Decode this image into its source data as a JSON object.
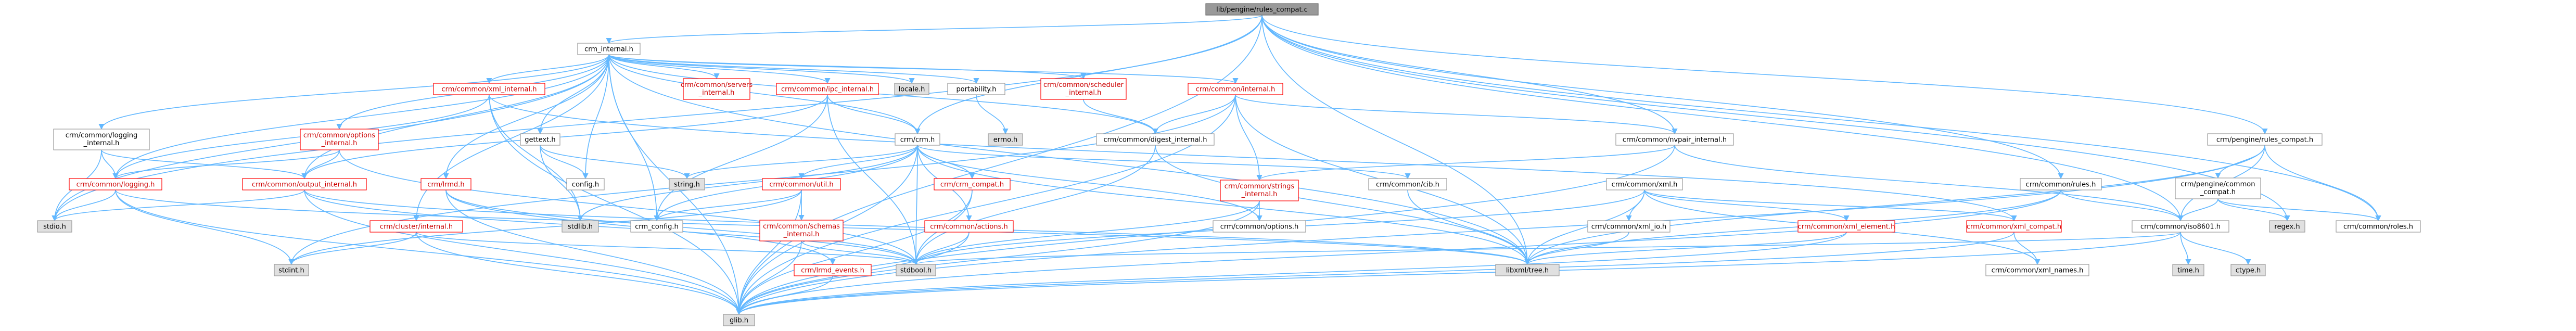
{
  "graph": {
    "root": "lib/pengine/rules_compat.c",
    "nodes": [
      {
        "id": "root",
        "label": "lib/pengine/rules_compat.c",
        "style": "root"
      },
      {
        "id": "crm_internal",
        "label": "crm_internal.h",
        "style": "normal"
      },
      {
        "id": "crm_xml_internal",
        "label": "crm/common/xml_internal.h",
        "style": "red"
      },
      {
        "id": "crm_servers_internal",
        "label": "crm/common/servers_internal.h",
        "style": "red"
      },
      {
        "id": "crm_ipc_internal",
        "label": "crm/common/ipc_internal.h",
        "style": "red"
      },
      {
        "id": "locale",
        "label": "locale.h",
        "style": "grey"
      },
      {
        "id": "portability",
        "label": "portability.h",
        "style": "normal"
      },
      {
        "id": "crm_scheduler_internal",
        "label": "crm/common/scheduler_internal.h",
        "style": "red"
      },
      {
        "id": "crm_common_internal",
        "label": "crm/common/internal.h",
        "style": "red"
      },
      {
        "id": "crm_logging_internal",
        "label": "crm/common/logging_internal.h",
        "style": "normal"
      },
      {
        "id": "crm_options_internal",
        "label": "crm/common/options_internal.h",
        "style": "red"
      },
      {
        "id": "crm_lrmd",
        "label": "crm/lrmd.h",
        "style": "red"
      },
      {
        "id": "gettext",
        "label": "gettext.h",
        "style": "normal"
      },
      {
        "id": "crm_h",
        "label": "crm/crm.h",
        "style": "normal"
      },
      {
        "id": "errno",
        "label": "errno.h",
        "style": "grey"
      },
      {
        "id": "digest_internal",
        "label": "crm/common/digest_internal.h",
        "style": "normal"
      },
      {
        "id": "nvpair_internal",
        "label": "crm/common/nvpair_internal.h",
        "style": "normal"
      },
      {
        "id": "rules_compat_h",
        "label": "crm/pengine/rules_compat.h",
        "style": "normal"
      },
      {
        "id": "crm_logging",
        "label": "crm/common/logging.h",
        "style": "red"
      },
      {
        "id": "output_internal",
        "label": "crm/common/output_internal.h",
        "style": "red"
      },
      {
        "id": "config_h",
        "label": "config.h",
        "style": "normal"
      },
      {
        "id": "string_h",
        "label": "string.h",
        "style": "grey"
      },
      {
        "id": "util_h",
        "label": "crm/common/util.h",
        "style": "red"
      },
      {
        "id": "crm_compat",
        "label": "crm/crm_compat.h",
        "style": "red"
      },
      {
        "id": "strings_internal",
        "label": "crm/common/strings_internal.h",
        "style": "red"
      },
      {
        "id": "cib_h",
        "label": "crm/common/cib.h",
        "style": "normal"
      },
      {
        "id": "xml_h",
        "label": "crm/common/xml.h",
        "style": "normal"
      },
      {
        "id": "common_rules",
        "label": "crm/common/rules.h",
        "style": "normal"
      },
      {
        "id": "pengine_common_compat",
        "label": "crm/pengine/common_compat.h",
        "style": "normal"
      },
      {
        "id": "stdio",
        "label": "stdio.h",
        "style": "grey"
      },
      {
        "id": "crm_config",
        "label": "crm_config.h",
        "style": "normal"
      },
      {
        "id": "stdlib",
        "label": "stdlib.h",
        "style": "grey"
      },
      {
        "id": "cluster_internal",
        "label": "crm/cluster/internal.h",
        "style": "red"
      },
      {
        "id": "schemas_internal",
        "label": "crm/common/schemas_internal.h",
        "style": "red"
      },
      {
        "id": "actions_h",
        "label": "crm/common/actions.h",
        "style": "red"
      },
      {
        "id": "options_h",
        "label": "crm/common/options.h",
        "style": "normal"
      },
      {
        "id": "xml_io",
        "label": "crm/common/xml_io.h",
        "style": "normal"
      },
      {
        "id": "xml_element",
        "label": "crm/common/xml_element.h",
        "style": "red"
      },
      {
        "id": "xml_compat",
        "label": "crm/common/xml_compat.h",
        "style": "red"
      },
      {
        "id": "iso8601",
        "label": "crm/common/iso8601.h",
        "style": "normal"
      },
      {
        "id": "regex",
        "label": "regex.h",
        "style": "grey"
      },
      {
        "id": "roles_h",
        "label": "crm/common/roles.h",
        "style": "normal"
      },
      {
        "id": "stdint",
        "label": "stdint.h",
        "style": "grey"
      },
      {
        "id": "lrmd_events",
        "label": "crm/lrmd_events.h",
        "style": "red"
      },
      {
        "id": "stdbool",
        "label": "stdbool.h",
        "style": "grey"
      },
      {
        "id": "libxml_tree",
        "label": "libxml/tree.h",
        "style": "grey"
      },
      {
        "id": "xml_names",
        "label": "crm/common/xml_names.h",
        "style": "normal"
      },
      {
        "id": "time_h",
        "label": "time.h",
        "style": "grey"
      },
      {
        "id": "ctype_h",
        "label": "ctype.h",
        "style": "grey"
      },
      {
        "id": "glib",
        "label": "glib.h",
        "style": "grey"
      }
    ],
    "edges": [
      [
        "root",
        "crm_internal"
      ],
      [
        "root",
        "rules_compat_h"
      ],
      [
        "root",
        "iso8601"
      ],
      [
        "root",
        "roles_h"
      ],
      [
        "root",
        "glib"
      ],
      [
        "root",
        "libxml_tree"
      ],
      [
        "root",
        "crm_h"
      ],
      [
        "root",
        "stdio"
      ],
      [
        "root",
        "common_rules"
      ],
      [
        "root",
        "nvpair_internal"
      ],
      [
        "root",
        "regex"
      ],
      [
        "crm_internal",
        "config_h"
      ],
      [
        "crm_internal",
        "crm_config"
      ],
      [
        "crm_internal",
        "crm_xml_internal"
      ],
      [
        "crm_internal",
        "crm_servers_internal"
      ],
      [
        "crm_internal",
        "crm_ipc_internal"
      ],
      [
        "crm_internal",
        "locale"
      ],
      [
        "crm_internal",
        "portability"
      ],
      [
        "crm_internal",
        "crm_scheduler_internal"
      ],
      [
        "crm_internal",
        "crm_common_internal"
      ],
      [
        "crm_internal",
        "crm_logging_internal"
      ],
      [
        "crm_internal",
        "crm_options_internal"
      ],
      [
        "crm_internal",
        "crm_lrmd"
      ],
      [
        "crm_internal",
        "gettext"
      ],
      [
        "crm_internal",
        "crm_h"
      ],
      [
        "crm_internal",
        "stdio"
      ],
      [
        "crm_internal",
        "glib"
      ],
      [
        "crm_internal",
        "crm_logging"
      ],
      [
        "crm_internal",
        "output_internal"
      ],
      [
        "crm_internal",
        "cluster_internal"
      ],
      [
        "crm_internal",
        "digest_internal"
      ],
      [
        "crm_internal",
        "libxml_tree"
      ],
      [
        "crm_xml_internal",
        "crm_logging"
      ],
      [
        "crm_xml_internal",
        "stdlib"
      ],
      [
        "crm_xml_internal",
        "xml_compat"
      ],
      [
        "crm_xml_internal",
        "glib"
      ],
      [
        "crm_ipc_internal",
        "crm_h"
      ],
      [
        "crm_ipc_internal",
        "stdbool"
      ],
      [
        "crm_ipc_internal",
        "crm_config"
      ],
      [
        "crm_ipc_internal",
        "output_internal"
      ],
      [
        "portability",
        "errno"
      ],
      [
        "crm_scheduler_internal",
        "digest_internal"
      ],
      [
        "crm_common_internal",
        "nvpair_internal"
      ],
      [
        "crm_common_internal",
        "strings_internal"
      ],
      [
        "crm_common_internal",
        "digest_internal"
      ],
      [
        "crm_common_internal",
        "libxml_tree"
      ],
      [
        "crm_common_internal",
        "glib"
      ],
      [
        "crm_common_internal",
        "stdint"
      ],
      [
        "crm_logging_internal",
        "crm_logging"
      ],
      [
        "crm_logging_internal",
        "output_internal"
      ],
      [
        "crm_logging_internal",
        "stdio"
      ],
      [
        "crm_options_internal",
        "output_internal"
      ],
      [
        "crm_options_internal",
        "stdbool"
      ],
      [
        "crm_options_internal",
        "crm_logging"
      ],
      [
        "crm_lrmd",
        "lrmd_events"
      ],
      [
        "crm_lrmd",
        "stdbool"
      ],
      [
        "crm_lrmd",
        "glib"
      ],
      [
        "gettext",
        "config_h"
      ],
      [
        "gettext",
        "string_h"
      ],
      [
        "gettext",
        "stdlib"
      ],
      [
        "crm_h",
        "crm_config"
      ],
      [
        "crm_h",
        "stdlib"
      ],
      [
        "crm_h",
        "glib"
      ],
      [
        "crm_h",
        "stdbool"
      ],
      [
        "crm_h",
        "string_h"
      ],
      [
        "crm_h",
        "util_h"
      ],
      [
        "crm_h",
        "crm_compat"
      ],
      [
        "crm_h",
        "actions_h"
      ],
      [
        "crm_h",
        "cib_h"
      ],
      [
        "crm_h",
        "options_h"
      ],
      [
        "crm_h",
        "libxml_tree"
      ],
      [
        "digest_internal",
        "libxml_tree"
      ],
      [
        "digest_internal",
        "stdbool"
      ],
      [
        "nvpair_internal",
        "strings_internal"
      ],
      [
        "nvpair_internal",
        "glib"
      ],
      [
        "nvpair_internal",
        "iso8601"
      ],
      [
        "rules_compat_h",
        "pengine_common_compat"
      ],
      [
        "rules_compat_h",
        "iso8601"
      ],
      [
        "rules_compat_h",
        "roles_h"
      ],
      [
        "rules_compat_h",
        "glib"
      ],
      [
        "rules_compat_h",
        "libxml_tree"
      ],
      [
        "crm_logging",
        "stdio"
      ],
      [
        "crm_logging",
        "glib"
      ],
      [
        "crm_logging",
        "libxml_tree"
      ],
      [
        "crm_logging",
        "stdint"
      ],
      [
        "output_internal",
        "stdio"
      ],
      [
        "output_internal",
        "glib"
      ],
      [
        "output_internal",
        "stdbool"
      ],
      [
        "output_internal",
        "libxml_tree"
      ],
      [
        "util_h",
        "crm_config"
      ],
      [
        "util_h",
        "schemas_internal"
      ],
      [
        "util_h",
        "stdint"
      ],
      [
        "util_h",
        "glib"
      ],
      [
        "crm_compat",
        "glib"
      ],
      [
        "crm_compat",
        "stdbool"
      ],
      [
        "strings_internal",
        "options_h"
      ],
      [
        "strings_internal",
        "stdbool"
      ],
      [
        "strings_internal",
        "glib"
      ],
      [
        "cib_h",
        "libxml_tree"
      ],
      [
        "xml_h",
        "xml_io"
      ],
      [
        "xml_h",
        "xml_element"
      ],
      [
        "xml_h",
        "xml_compat"
      ],
      [
        "xml_h",
        "xml_names"
      ],
      [
        "xml_h",
        "libxml_tree"
      ],
      [
        "xml_h",
        "stdbool"
      ],
      [
        "common_rules",
        "iso8601"
      ],
      [
        "common_rules",
        "glib"
      ],
      [
        "common_rules",
        "libxml_tree"
      ],
      [
        "pengine_common_compat",
        "iso8601"
      ],
      [
        "pengine_common_compat",
        "regex"
      ],
      [
        "pengine_common_compat",
        "roles_h"
      ],
      [
        "cluster_internal",
        "stdint"
      ],
      [
        "cluster_internal",
        "glib"
      ],
      [
        "cluster_internal",
        "stdbool"
      ],
      [
        "schemas_internal",
        "glib"
      ],
      [
        "schemas_internal",
        "stdbool"
      ],
      [
        "actions_h",
        "stdbool"
      ],
      [
        "actions_h",
        "glib"
      ],
      [
        "xml_io",
        "libxml_tree"
      ],
      [
        "xml_element",
        "libxml_tree"
      ],
      [
        "xml_element",
        "glib"
      ],
      [
        "xml_compat",
        "xml_names"
      ],
      [
        "xml_compat",
        "glib"
      ],
      [
        "iso8601",
        "time_h"
      ],
      [
        "iso8601",
        "ctype_h"
      ],
      [
        "iso8601",
        "glib"
      ],
      [
        "iso8601",
        "stdbool"
      ],
      [
        "lrmd_events",
        "glib"
      ]
    ]
  }
}
